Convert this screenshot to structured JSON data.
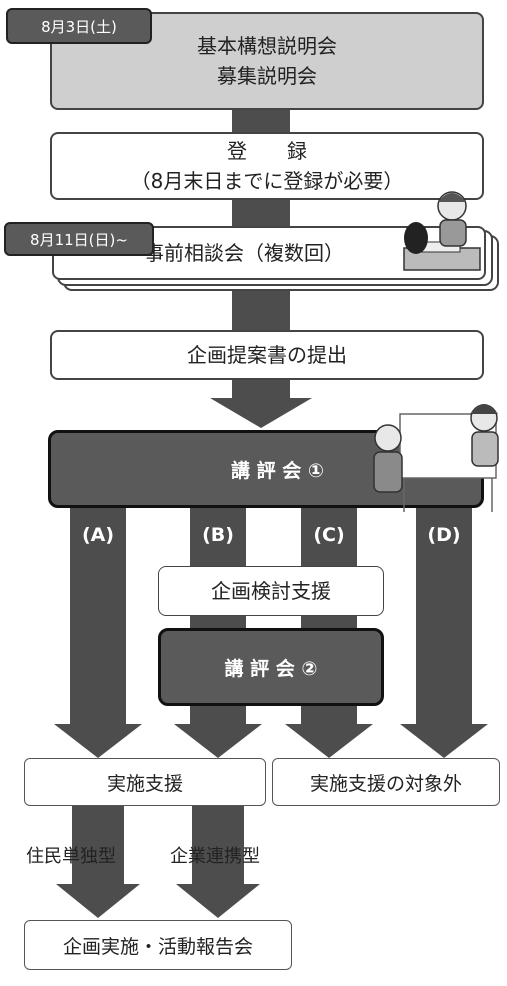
{
  "steps": {
    "step1_date": "8月3日(土)",
    "step1_line1": "基本構想説明会",
    "step1_line2": "募集説明会",
    "step2_line1": "登　　録",
    "step2_line2": "（8月末日までに登録が必要）",
    "step3_date": "8月11日(日)~",
    "step3_label": "事前相談会（複数回）",
    "step4_label": "企画提案書の提出",
    "review1_label": "講 評 会 ①",
    "support_label": "企画検討支援",
    "review2_label": "講 評 会 ②",
    "impl_label": "実施支援",
    "excluded_label": "実施支援の対象外",
    "type1_label": "住民単独型",
    "type2_label": "企業連携型",
    "final_label": "企画実施・活動報告会"
  },
  "lanes": [
    "(A)",
    "(B)",
    "(C)",
    "(D)"
  ],
  "colors": {
    "arrow": "#4d4d4d",
    "dark_box": "#5a5a5a",
    "light_box": "#cfcfcf",
    "border": "#444444"
  }
}
